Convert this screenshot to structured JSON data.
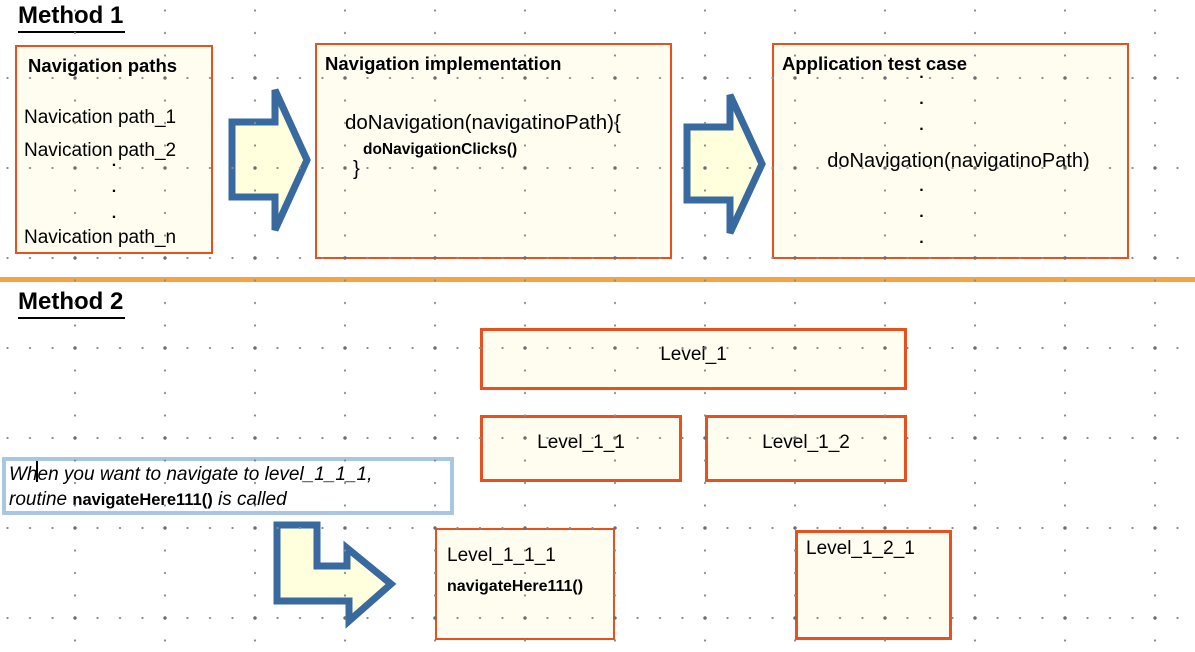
{
  "colors": {
    "box_border": "#e8501d",
    "box_fill": "#fffdf0",
    "arrow_fill": "#ffffdd",
    "arrow_stroke": "#38699f",
    "divider": "#f9a243",
    "callout_border": "#a9c6e3",
    "grid_dot": "#8c8c8c",
    "text": "#000000"
  },
  "method1": {
    "heading": "Method 1",
    "paths_box": {
      "title": "Navigation paths",
      "item_1": "Navication path_1",
      "item_2": "Navication path_2",
      "ellipsis": ".\n.\n.",
      "item_n": "Navication path_n"
    },
    "implementation_box": {
      "title": "Navigation implementation",
      "code_line_1": "doNavigation(navigatinoPath){",
      "code_line_2": "doNavigationClicks()",
      "code_line_3": "}"
    },
    "testcase_box": {
      "title": "Application test case",
      "dots_above": ".\n.\n.",
      "code": "doNavigation(navigatinoPath)",
      "dots_below": ".\n.\n."
    }
  },
  "method2": {
    "heading": "Method 2",
    "level_1": "Level_1",
    "level_1_1": "Level_1_1",
    "level_1_2": "Level_1_2",
    "level_1_1_1": {
      "title": "Level_1_1_1",
      "routine": "navigateHere111()"
    },
    "level_1_2_1": "Level_1_2_1",
    "callout": {
      "line1": "When you want to navigate to level_1_1_1,",
      "line2_pre": "routine ",
      "line2_bold": "navigateHere111()",
      "line2_post": " is called"
    }
  }
}
